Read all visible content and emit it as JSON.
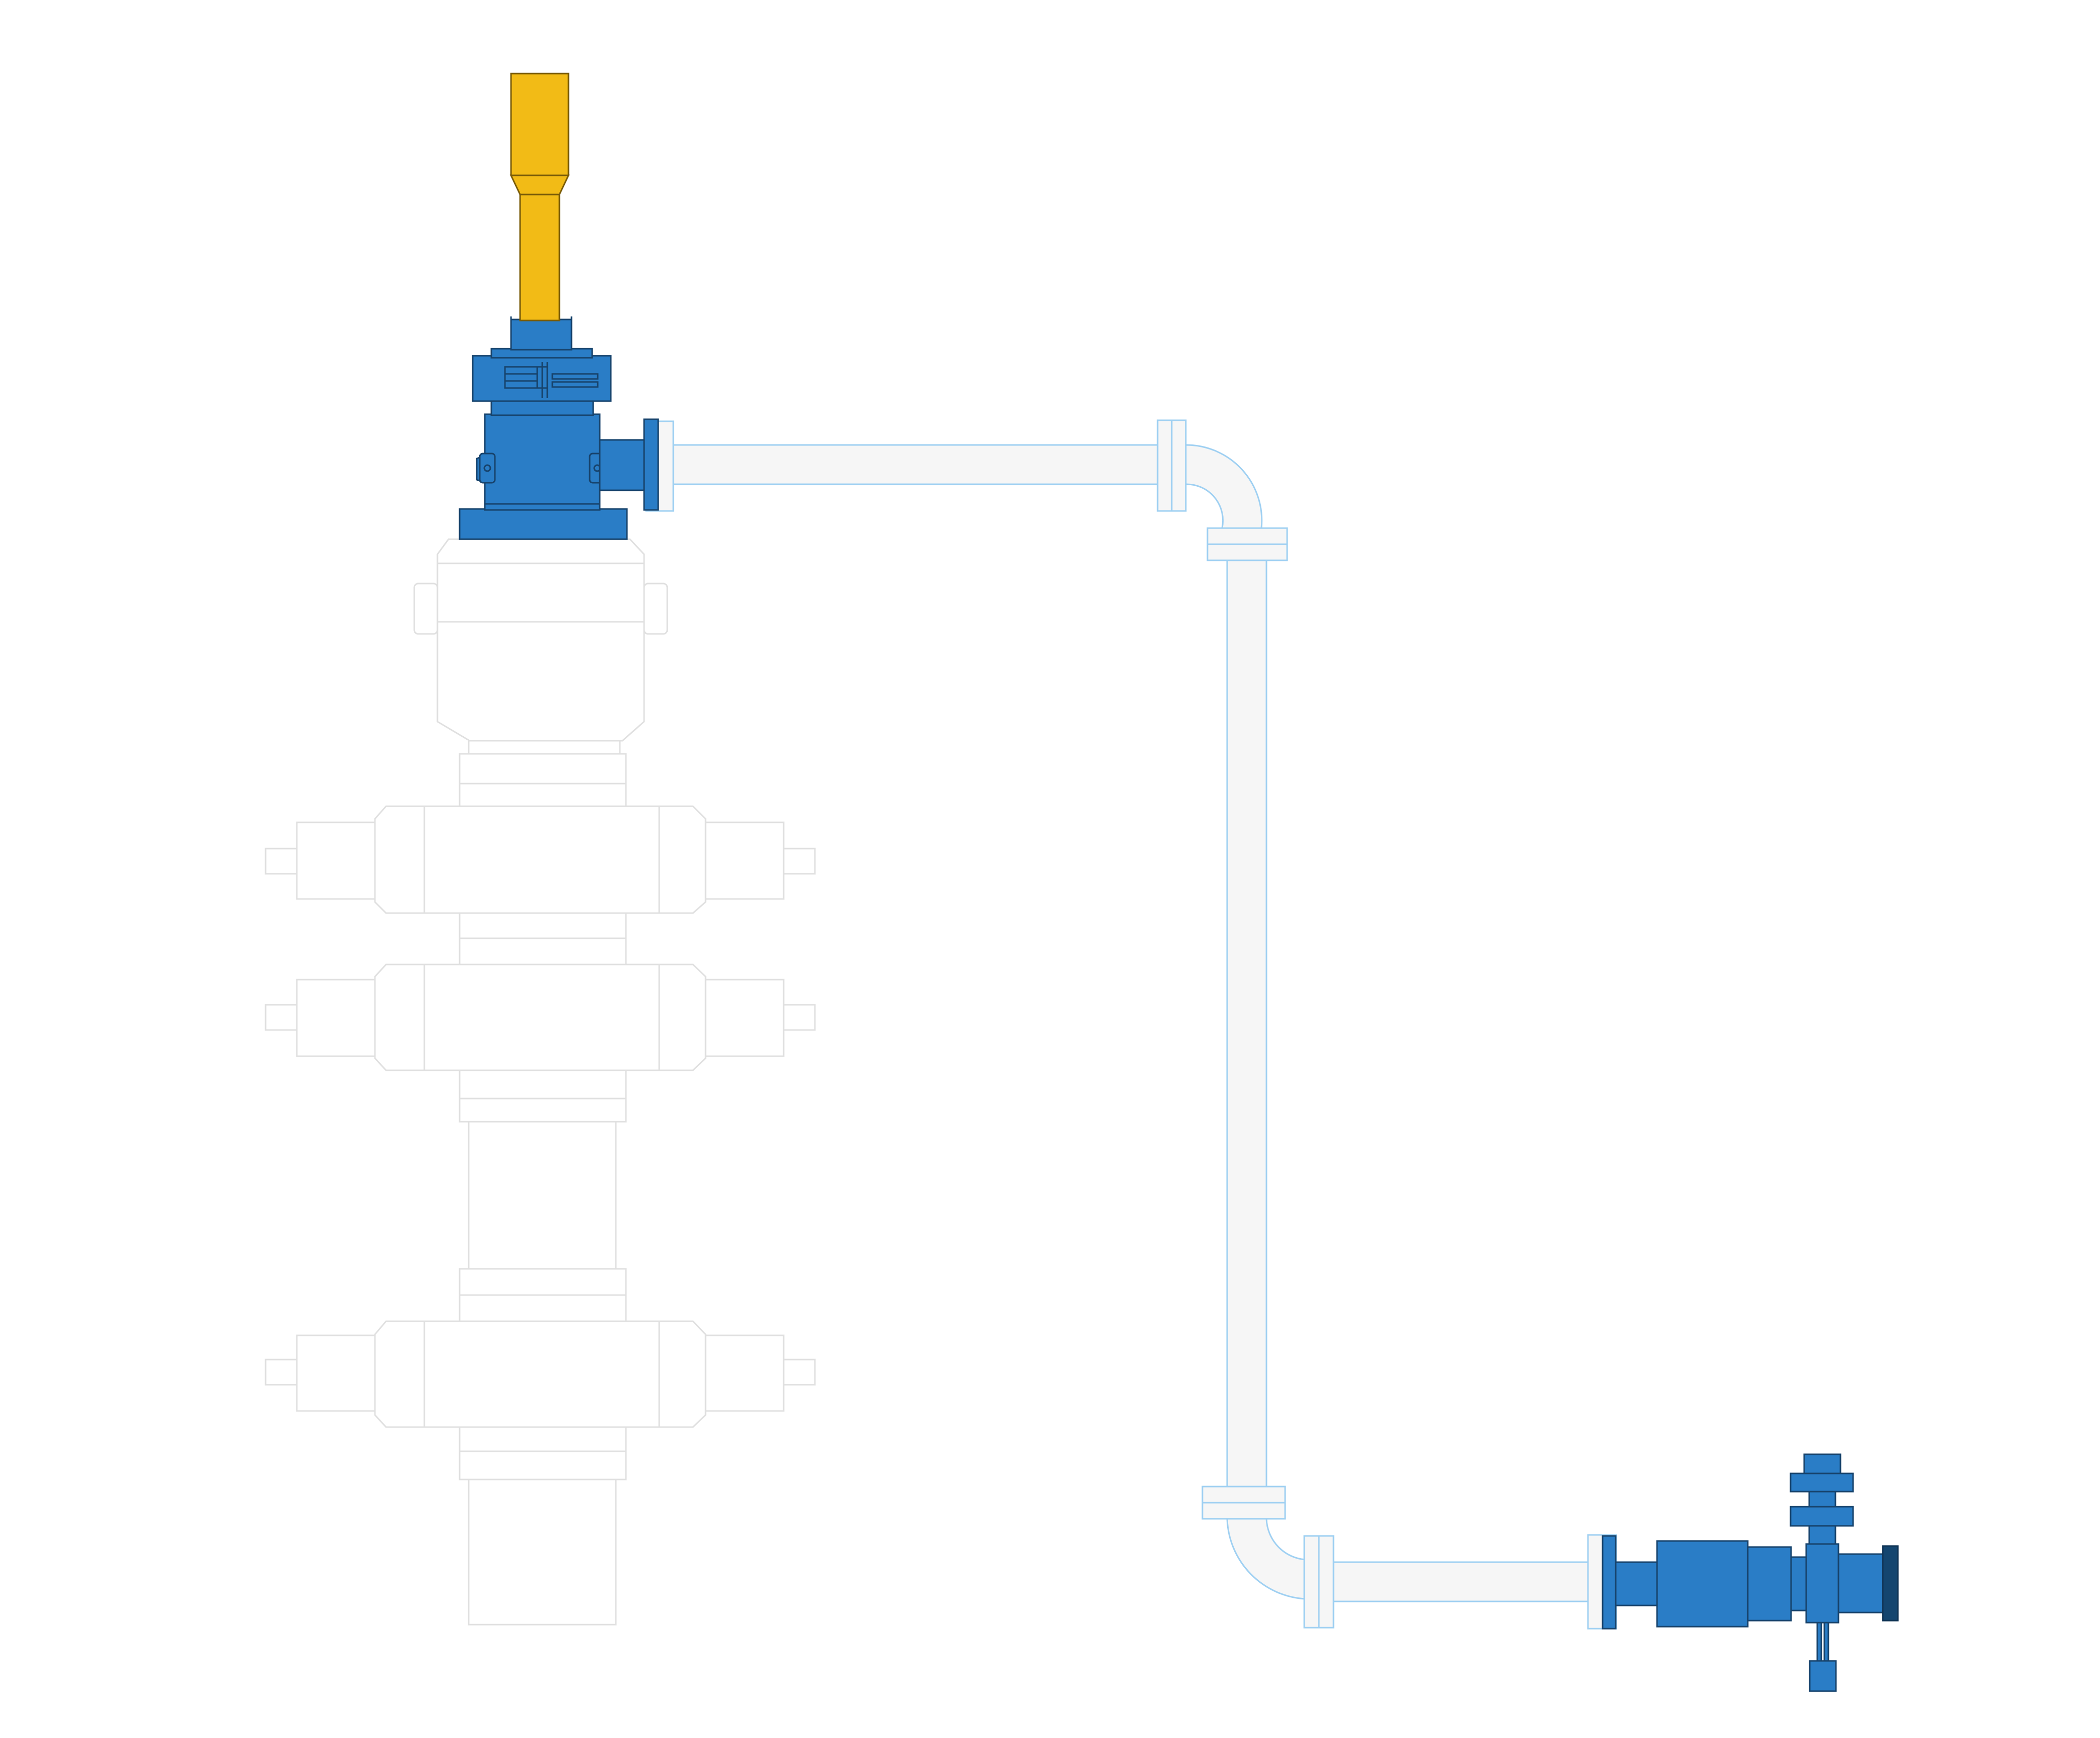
{
  "colors": {
    "equipment_blue": "#2a7dc6",
    "equipment_outline": "#17436c",
    "dark_cap": "#14456f",
    "actuator_yellow": "#f2bb16",
    "pipe_fill": "#f6f6f6",
    "pipe_outline": "#9fd0f2",
    "ghost_outline": "#e0e0e0",
    "background": "#ffffff"
  },
  "components": [
    {
      "name": "actuator",
      "color": "actuator_yellow"
    },
    {
      "name": "upper-valve-assembly",
      "color": "equipment_blue"
    },
    {
      "name": "wellhead-stack",
      "color": "ghost_outline"
    },
    {
      "name": "flow-pipe",
      "color": "pipe_outline"
    },
    {
      "name": "lower-valve-assembly",
      "color": "equipment_blue"
    }
  ]
}
